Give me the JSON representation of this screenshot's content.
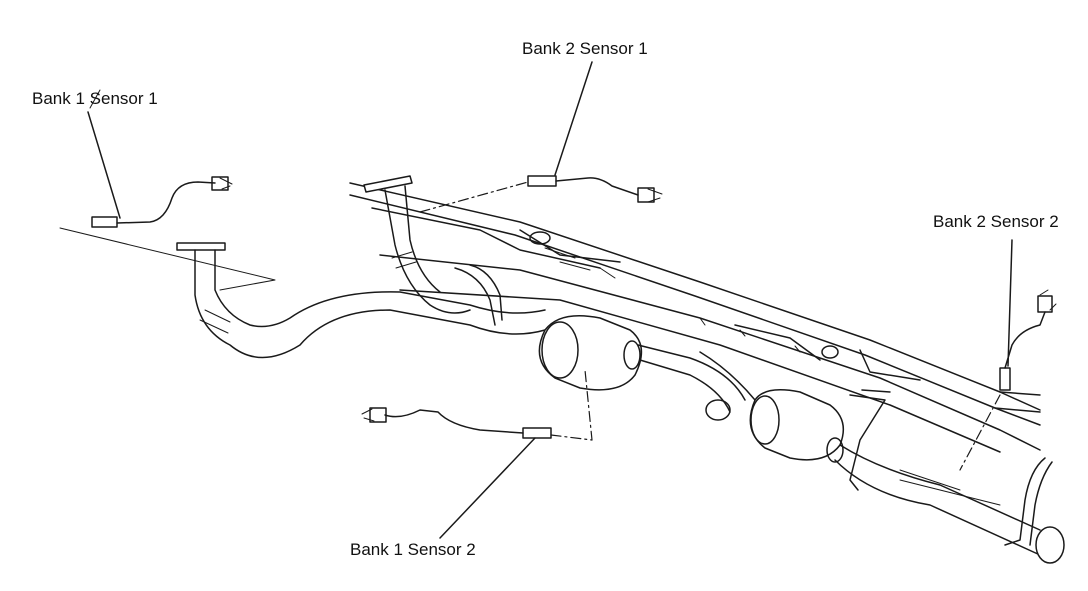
{
  "labels": {
    "bank1_sensor1": "Bank 1 Sensor 1",
    "bank2_sensor1": "Bank 2 Sensor 1",
    "bank2_sensor2": "Bank 2 Sensor 2",
    "bank1_sensor2": "Bank 1 Sensor 2"
  }
}
